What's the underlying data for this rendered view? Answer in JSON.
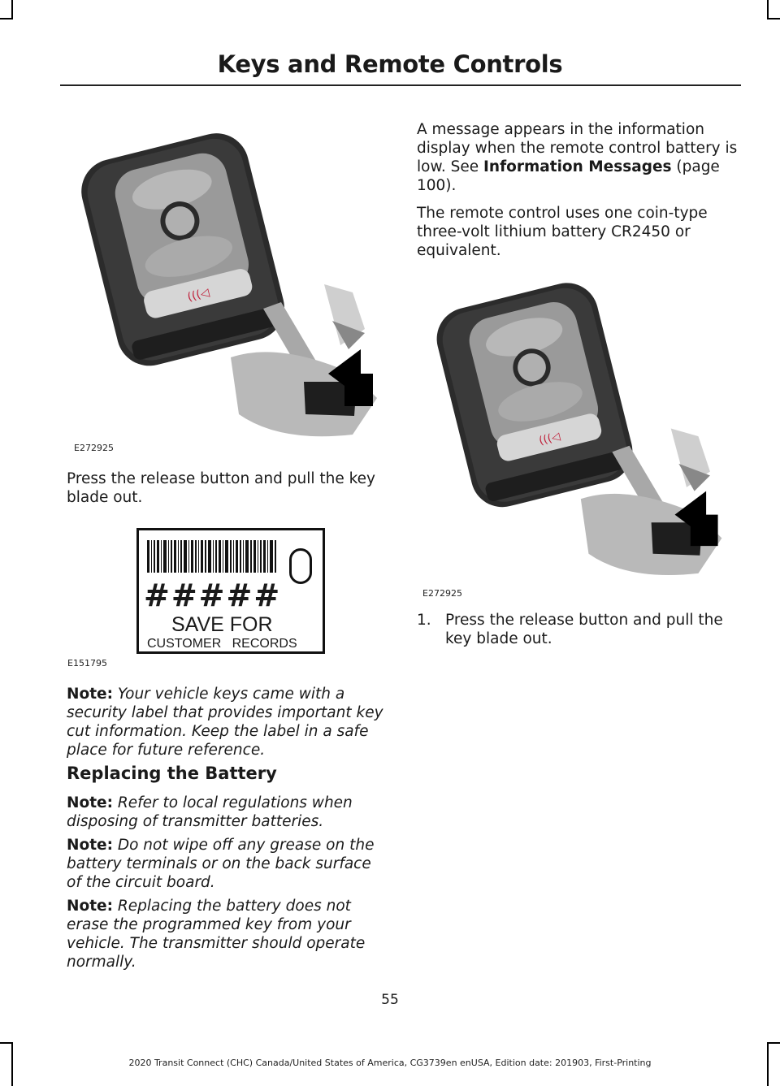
{
  "header": {
    "title": "Keys and Remote Controls"
  },
  "left": {
    "fig1_id": "E272925",
    "para1": "Press the release button and pull the key blade out.",
    "fig2": {
      "id": "E151795",
      "code": "#####",
      "save_for": "SAVE  FOR",
      "customer_records": "CUSTOMER   RECORDS"
    },
    "note1_label": "Note:",
    "note1_text": " Your vehicle keys came with a security label that provides important key cut information.  Keep the label in a safe place for future reference.",
    "section_title": "Replacing the Battery",
    "note2_label": "Note:",
    "note2_text": " Refer to local regulations when disposing of transmitter batteries.",
    "note3_label": "Note:",
    "note3_text": " Do not wipe off any grease on the battery terminals or on the back surface of the circuit board.",
    "note4_label": "Note:",
    "note4_text": "  Replacing the battery does not erase the programmed key from your vehicle.  The transmitter should operate normally."
  },
  "right": {
    "para1_pre": "A message appears in the information display when the remote control battery is low.  See ",
    "para1_link": "Information Messages",
    "para1_post": " (page 100).",
    "para2": "The remote control uses one coin-type three-volt lithium battery CR2450 or equivalent.",
    "fig_id": "E272925",
    "step1_num": "1.",
    "step1_text": "Press the release button and pull the key blade out."
  },
  "page_number": "55",
  "footer": "2020 Transit Connect (CHC) Canada/United States of America, CG3739en enUSA, Edition date: 201903, First-Printing"
}
